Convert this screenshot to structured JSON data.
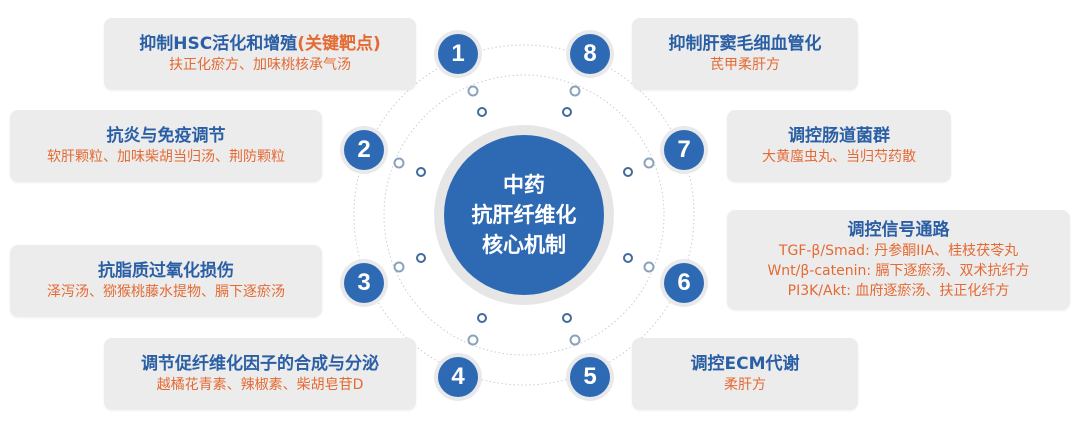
{
  "center": {
    "lines": [
      "中药",
      "抗肝纤维化",
      "核心机制"
    ],
    "color": "#2e6ab3"
  },
  "colors": {
    "title_blue": "#2b5fa5",
    "accent_orange": "#e46a34",
    "box_bg": "#ececec",
    "badge_blue": "#2e6ab3"
  },
  "mechanisms": [
    {
      "number": "1",
      "title": "抑制HSC活化和增殖",
      "title_highlight": "(关键靶点)",
      "items": [
        "扶正化瘀方、加味桃核承气汤"
      ]
    },
    {
      "number": "2",
      "title": "抗炎与免疫调节",
      "title_highlight": "",
      "items": [
        "软肝颗粒、加味柴胡当归汤、荆防颗粒"
      ]
    },
    {
      "number": "3",
      "title": "抗脂质过氧化损伤",
      "title_highlight": "",
      "items": [
        "泽泻汤、猕猴桃藤水提物、膈下逐瘀汤"
      ]
    },
    {
      "number": "4",
      "title": "调节促纤维化因子的合成与分泌",
      "title_highlight": "",
      "items": [
        "越橘花青素、辣椒素、柴胡皂苷D"
      ]
    },
    {
      "number": "5",
      "title": "调控ECM代谢",
      "title_highlight": "",
      "items": [
        "柔肝方"
      ]
    },
    {
      "number": "6",
      "title": "调控信号通路",
      "title_highlight": "",
      "items": [
        "TGF-β/Smad: 丹参酮IIA、桂枝茯苓丸",
        "Wnt/β-catenin: 膈下逐瘀汤、双术抗纤方",
        "PI3K/Akt: 血府逐瘀汤、扶正化纤方"
      ]
    },
    {
      "number": "7",
      "title": "调控肠道菌群",
      "title_highlight": "",
      "items": [
        "大黄䗪虫丸、当归芍药散"
      ]
    },
    {
      "number": "8",
      "title": "抑制肝窦毛细血管化",
      "title_highlight": "",
      "items": [
        "芪甲柔肝方"
      ]
    }
  ]
}
